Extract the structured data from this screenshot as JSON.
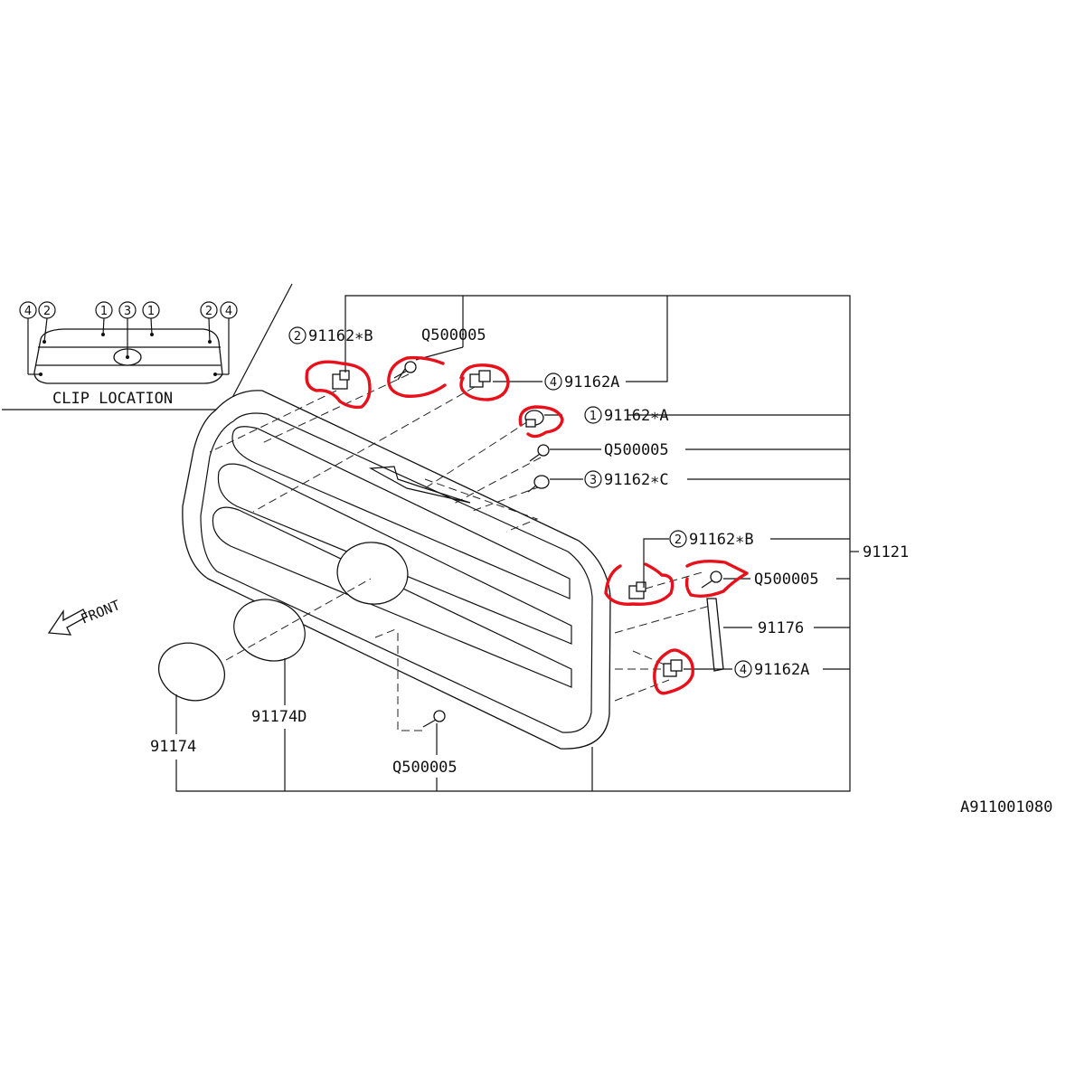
{
  "inset": {
    "title": "CLIP LOCATION",
    "top_markers": [
      "4",
      "2",
      "1",
      "3",
      "1",
      "2",
      "4"
    ]
  },
  "callouts": {
    "c1_num": "2",
    "c1_text": "91162∗B",
    "c2_text": "Q500005",
    "c3_num": "4",
    "c3_text": "91162A",
    "c4_num": "1",
    "c4_text": "91162∗A",
    "c5_text": "Q500005",
    "c6_num": "3",
    "c6_text": "91162∗C",
    "c7_num": "2",
    "c7_text": "91162∗B",
    "c8_text": "91121",
    "c9_text": "Q500005",
    "c10_text": "91176",
    "c11_num": "4",
    "c11_text": "91162A",
    "c12_text": "91174",
    "c13_text": "91174D",
    "c14_text": "Q500005"
  },
  "front_label": "FRONT",
  "drawing_id": "A911001080",
  "highlight_color": "#e8101a"
}
